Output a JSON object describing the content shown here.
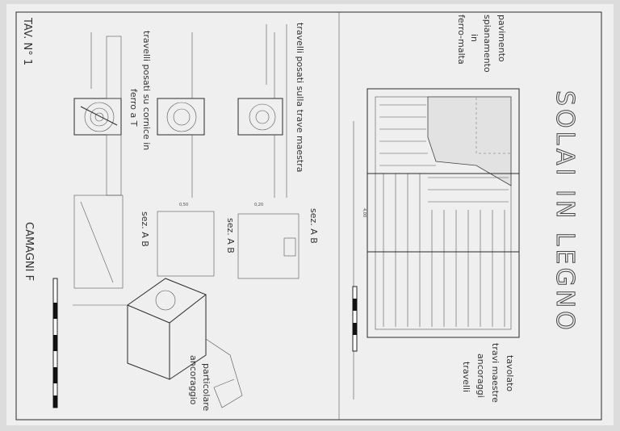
{
  "sheet": {
    "plate_number": "TAV. N° 1",
    "title": "SOLAI IN LEGNO",
    "author": "CAMAGNI F"
  },
  "left_panel": {
    "detail_1_label": "travelli posati su cornice in",
    "detail_1_sub": "ferro a T",
    "detail_2_label": "travelli posati sulla trave maestra",
    "section_labels": [
      "sez. A B",
      "sez. A B",
      "sez. A B"
    ],
    "anchor_label_1": "particolare",
    "anchor_label_2": "ancoraggio"
  },
  "right_panel": {
    "callouts_top": [
      "pavimento",
      "spianamento",
      "in",
      "ferro-malta"
    ],
    "callouts_bottom": [
      "tavolato",
      "travi maestre",
      "ancoraggi",
      "travelli"
    ]
  }
}
